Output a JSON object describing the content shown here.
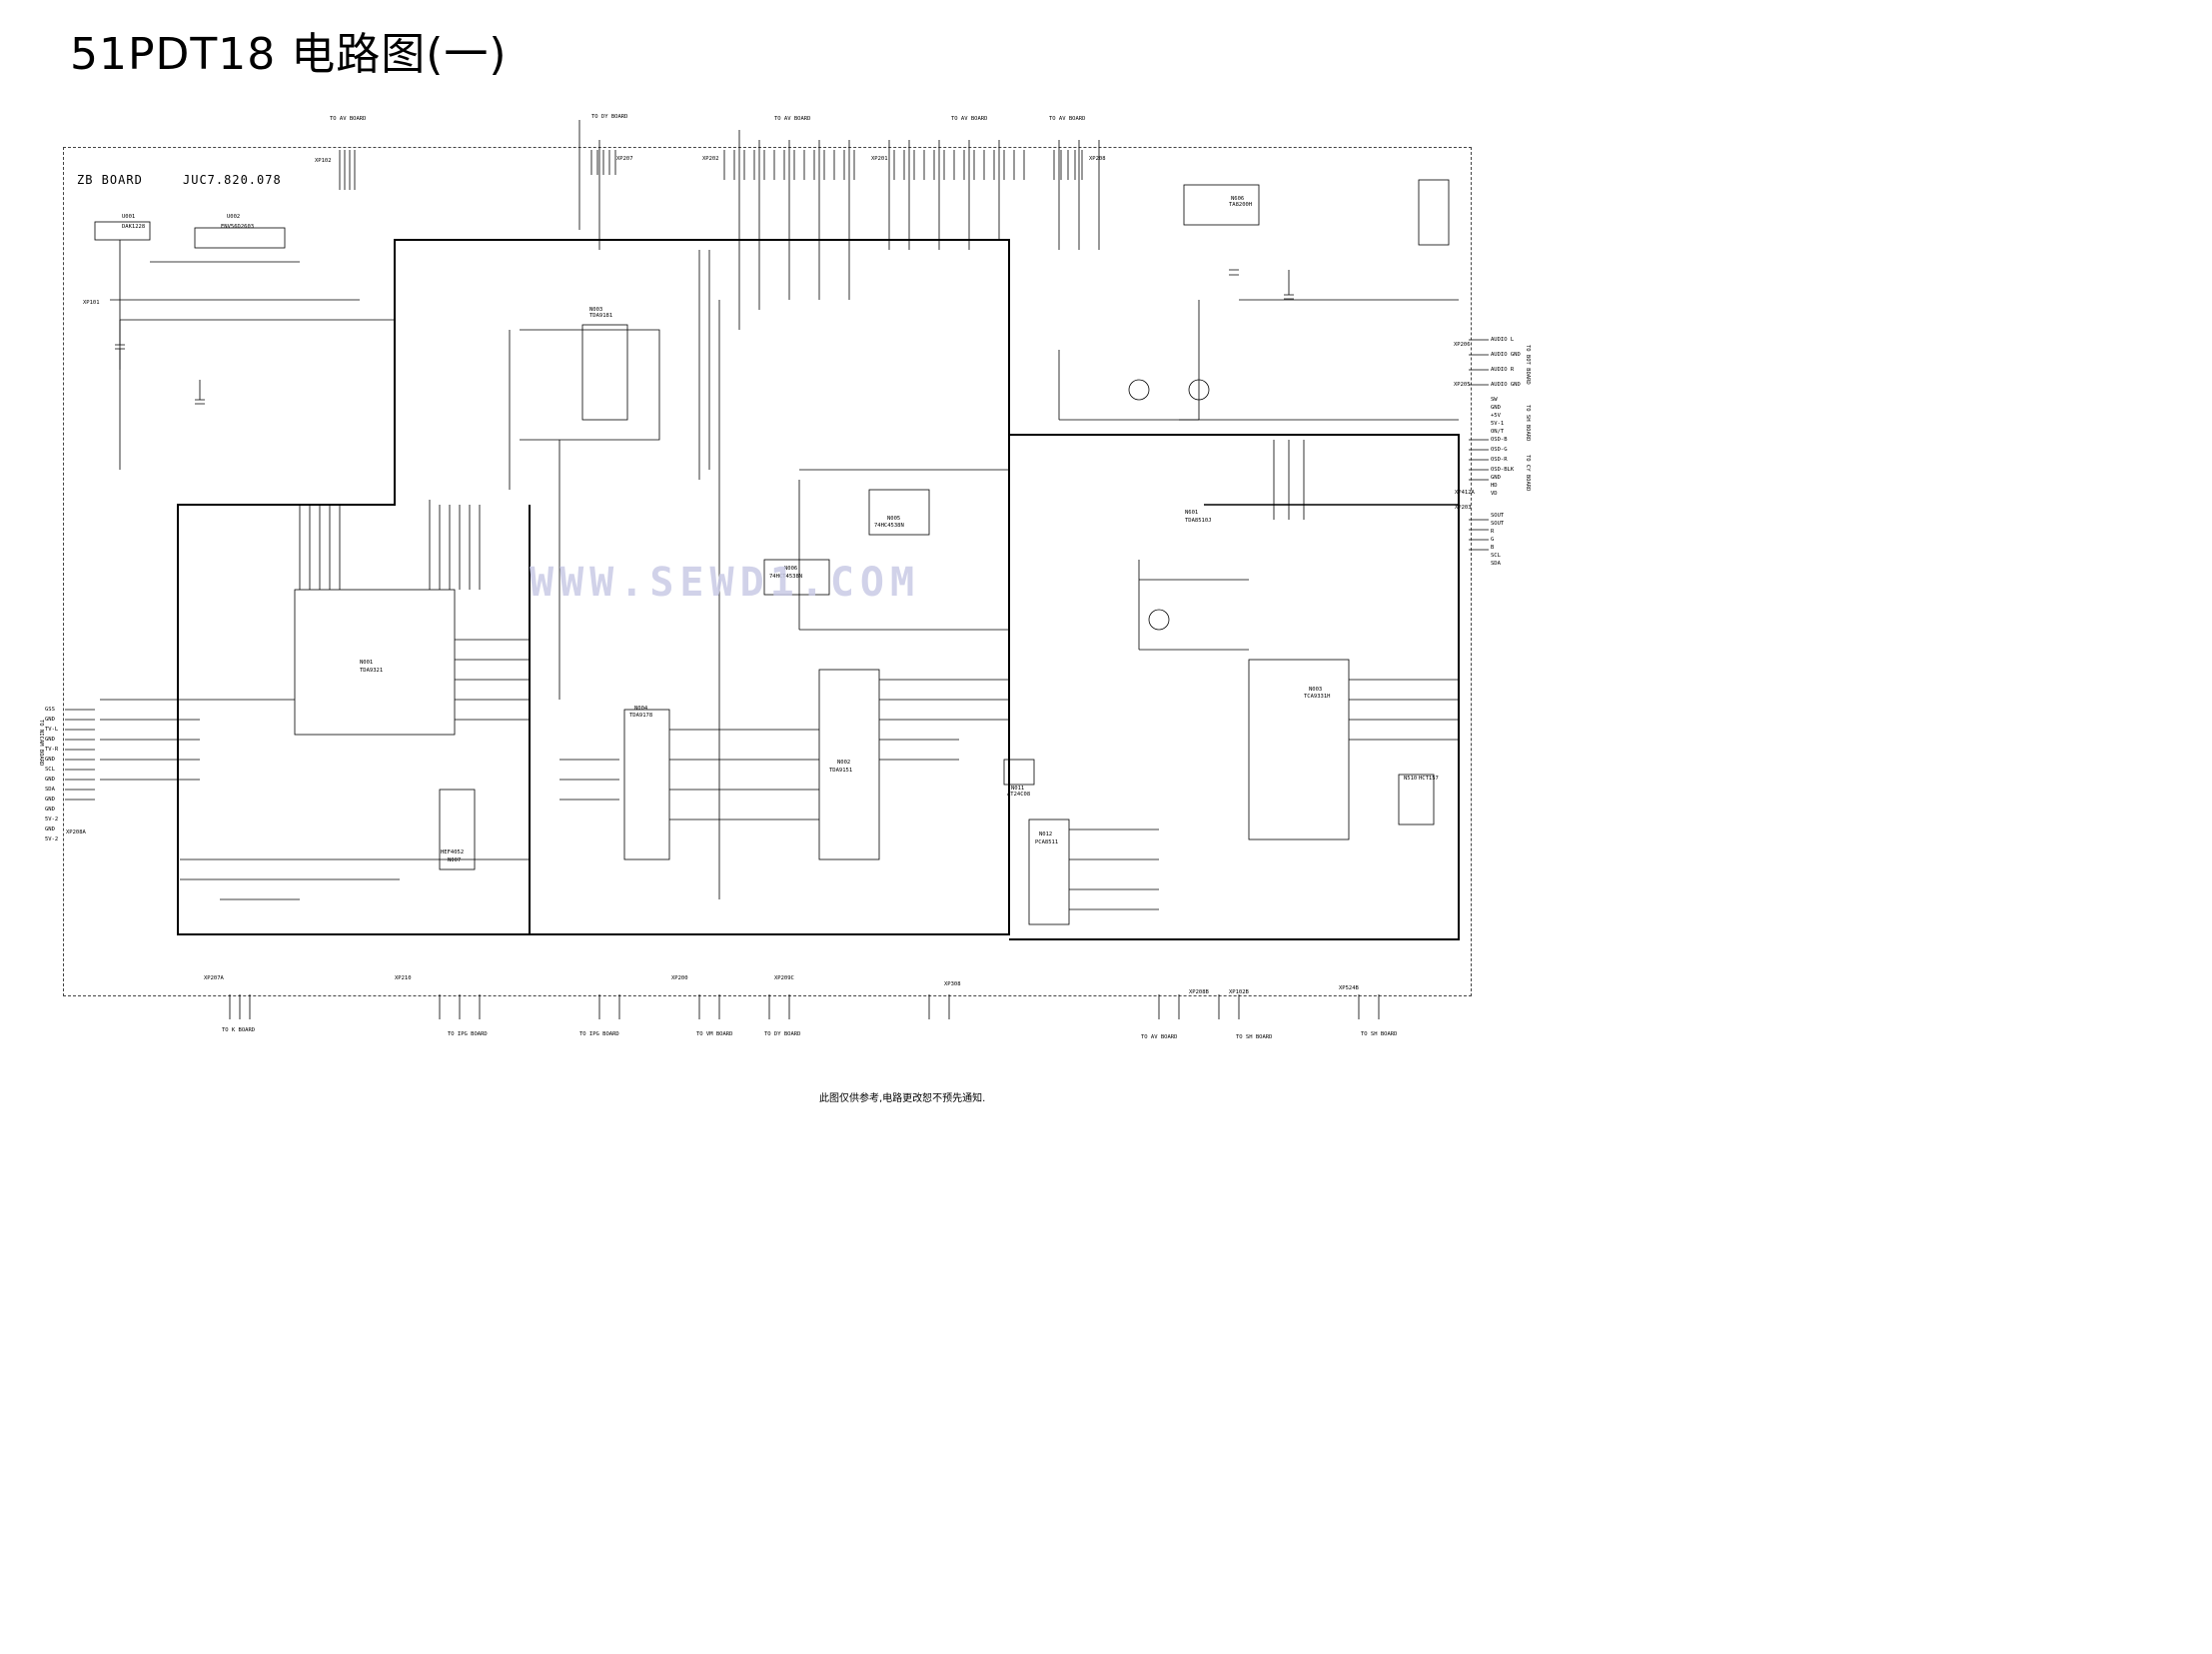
{
  "title": "51PDT18 电路图(一)",
  "board": {
    "name": "ZB BOARD",
    "id": "JUC7.820.078"
  },
  "watermark": "WWW.SEWD1.COM",
  "footnote": "此图仅供参考,电路更改恕不预先通知.",
  "connector_labels": {
    "top": [
      "TO AV BOARD",
      "TO DY BOARD",
      "TO AV BOARD",
      "TO AV BOARD",
      "TO AV BOARD"
    ],
    "bottom": [
      "TO K BOARD",
      "TO IPG BOARD",
      "TO IPG BOARD",
      "TO VM BOARD",
      "TO DY BOARD",
      "TO AV BOARD",
      "TO SH BOARD",
      "TO SH BOARD"
    ],
    "left": [
      "TO NICAM BOARD"
    ],
    "right": [
      "TO BOT BOARD",
      "TO SH BOARD",
      "TO CY BOARD"
    ]
  },
  "ic_labels": [
    {
      "ref": "U001",
      "name": "DAK1228"
    },
    {
      "ref": "U002",
      "name": "ENV56D2603"
    },
    {
      "ref": "N003",
      "name": "TDA9181"
    },
    {
      "ref": "N001",
      "name": "TDA9321"
    },
    {
      "ref": "N005",
      "name": "74HC4538N"
    },
    {
      "ref": "N006",
      "name": "74HCT4538N"
    },
    {
      "ref": "N004",
      "name": "TDA9178"
    },
    {
      "ref": "N007",
      "name": "HEF4052"
    },
    {
      "ref": "N002",
      "name": "TDA9151"
    },
    {
      "ref": "N601",
      "name": "TDA8510J"
    },
    {
      "ref": "N606",
      "name": "TA8200H"
    },
    {
      "ref": "N003",
      "name": "TCA9331H"
    },
    {
      "ref": "N011",
      "name": "AT24C08"
    },
    {
      "ref": "N012",
      "name": "PCA8511"
    },
    {
      "ref": "N510",
      "name": "HCT157"
    }
  ],
  "connector_refs": [
    "XP102",
    "XP101",
    "XP207",
    "XP202",
    "XP201",
    "XP208",
    "XP206",
    "XP205",
    "XP412A",
    "XP203",
    "XP208A",
    "XP207A",
    "XP210",
    "XP200",
    "XP209C",
    "XP308",
    "XP208B",
    "XP524B",
    "XP102B"
  ],
  "left_pins": [
    "GSS",
    "GND",
    "TV-L",
    "GND",
    "TV-R",
    "GND",
    "SCL",
    "GND",
    "SDA",
    "GND",
    "GND",
    "5V-2",
    "GND",
    "5V-2"
  ],
  "right_pins": [
    "AUDIO L",
    "AUDIO GND",
    "AUDIO R",
    "AUDIO GND",
    "SW",
    "GND",
    "+5V",
    "5V-1",
    "ON/T",
    "OSD-B",
    "OSD-G",
    "OSD-R",
    "OSD-BLK",
    "GND",
    "HD",
    "VD",
    "SOUT",
    "SOUT",
    "R",
    "G",
    "B",
    "SCL",
    "SDA"
  ]
}
